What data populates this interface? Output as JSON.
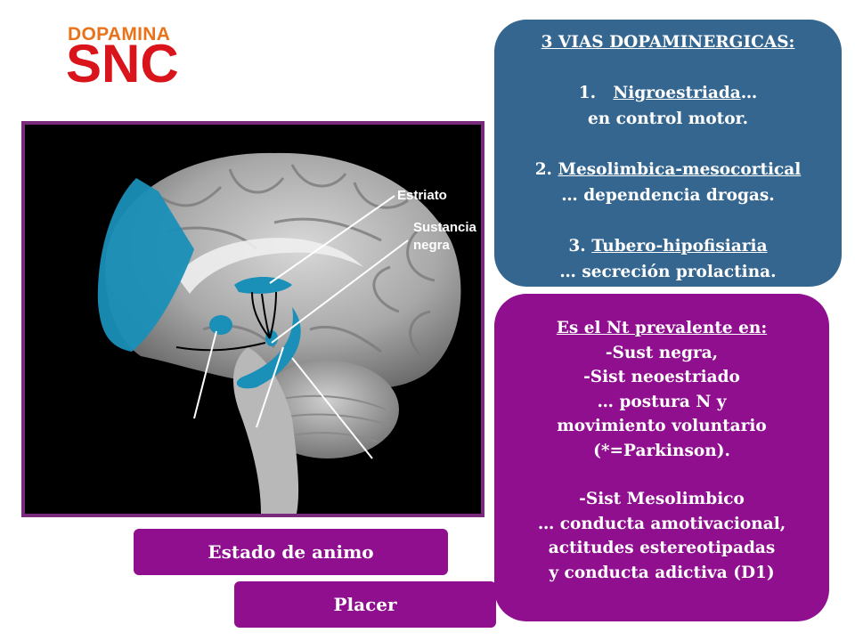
{
  "header": {
    "subtitle": "DOPAMINA",
    "title": "SNC"
  },
  "figure": {
    "label_striatum": "Estriato",
    "label_substantia_1": "Sustancia",
    "label_substantia_2": "negra"
  },
  "pathways_box": {
    "heading": "3 VIAS DOPAMINERGICAS:",
    "item1_num": "1.",
    "item1_name": "Nigroestriada",
    "item1_rest": "…",
    "item1_desc": "en control motor.",
    "item2_num": "2.",
    "item2_name": "Mesolimbica-mesocortical",
    "item2_desc": "… dependencia drogas.",
    "item3_num": "3.",
    "item3_name": "Tubero-hipofisiaria",
    "item3_desc": "… secreción prolactina."
  },
  "prevalence_box": {
    "heading": "Es el Nt prevalente en:",
    "line1": "-Sust negra,",
    "line2": "-Sist neoestriado",
    "line3": "… postura N y",
    "line4": "movimiento voluntario",
    "line5": "(*=Parkinson).",
    "line6": "-Sist Mesolimbico",
    "line7": "… conducta amotivacional,",
    "line8": "actitudes estereotipadas",
    "line9": "y  conducta adictiva (D1)"
  },
  "pills": {
    "mood": "Estado de animo",
    "pleasure": "Placer"
  },
  "colors": {
    "title": "#d9141b",
    "subtitle": "#e8731a",
    "blue_box": "#35668f",
    "purple": "#8f0f8f",
    "dopamine_region": "#1a8fb8"
  }
}
